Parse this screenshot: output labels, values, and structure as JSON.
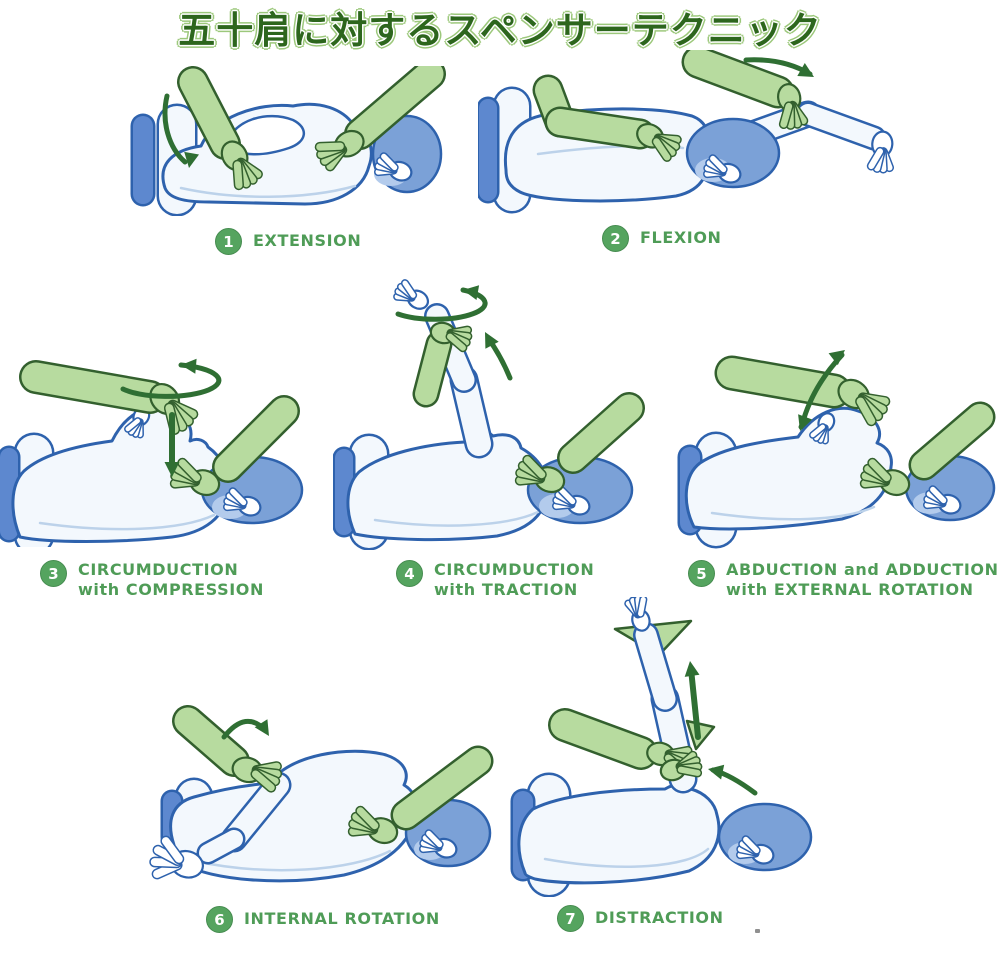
{
  "title": "五十肩に対するスペンサーテクニック",
  "steps": [
    {
      "num": "1",
      "line1": "EXTENSION",
      "line2": ""
    },
    {
      "num": "2",
      "line1": "FLEXION",
      "line2": ""
    },
    {
      "num": "3",
      "line1": "CIRCUMDUCTION",
      "line2": "with COMPRESSION"
    },
    {
      "num": "4",
      "line1": "CIRCUMDUCTION",
      "line2": "with TRACTION"
    },
    {
      "num": "5",
      "line1": "ABDUCTION and ADDUCTION",
      "line2": "with EXTERNAL ROTATION"
    },
    {
      "num": "6",
      "line1": "INTERNAL ROTATION",
      "line2": ""
    },
    {
      "num": "7",
      "line1": "DISTRACTION",
      "line2": ""
    }
  ],
  "colors": {
    "title_green": "#2d661d",
    "title_outline": "#9cc87b",
    "label_green": "#4f9c57",
    "badge_green": "#55a45f",
    "therapist_green": "#b7db9f",
    "outline_green": "#33602e",
    "arrow_green": "#2f6f33",
    "patient_blue": "#2e62ad",
    "pillow_blue": "#7ba1d7",
    "bolster_blue": "#5d88cf"
  }
}
